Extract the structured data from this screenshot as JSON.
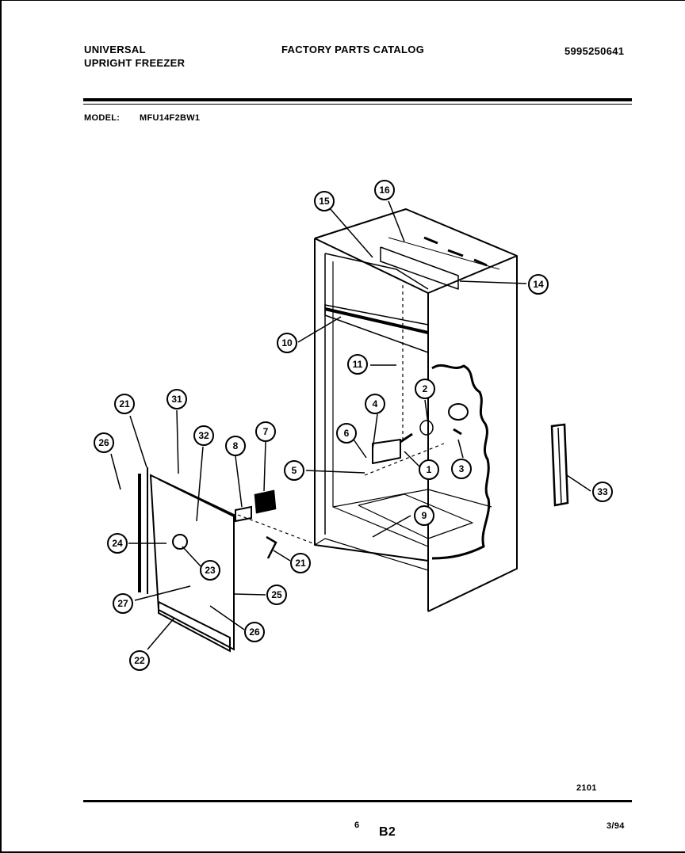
{
  "header": {
    "brand_line1": "UNIVERSAL",
    "brand_line2": "UPRIGHT FREEZER",
    "catalog_title": "FACTORY PARTS CATALOG",
    "catalog_number": "5995250641",
    "model_label": "MODEL:",
    "model_value": "MFU14F2BW1"
  },
  "diagram": {
    "callouts": [
      "1",
      "2",
      "3",
      "4",
      "5",
      "6",
      "7",
      "8",
      "9",
      "10",
      "11",
      "14",
      "15",
      "16",
      "21",
      "21",
      "22",
      "23",
      "24",
      "25",
      "26",
      "26",
      "27",
      "31",
      "32",
      "33"
    ]
  },
  "footer": {
    "figure_code": "2101",
    "page_number": "6",
    "section": "B2",
    "date": "3/94"
  }
}
